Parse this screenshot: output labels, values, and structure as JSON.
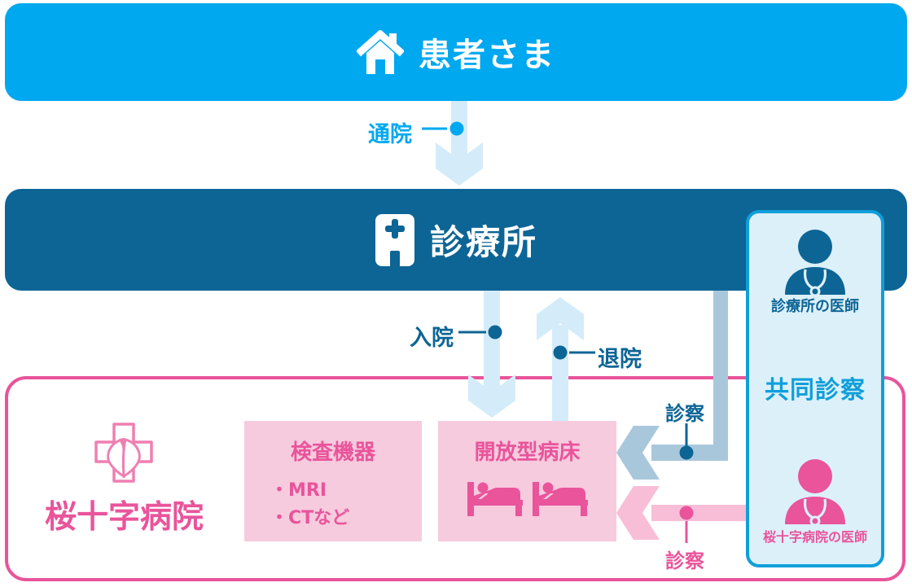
{
  "patient": {
    "label": "患者さま"
  },
  "clinic": {
    "label": "診療所"
  },
  "flows": {
    "tsuin": "通院",
    "nyuin": "入院",
    "taiin": "退院",
    "exam_by_clinic_doctor": "診察",
    "exam_by_hospital_doctor": "診察"
  },
  "hospital": {
    "name": "桜十字病院",
    "equipment": {
      "title": "検査機器",
      "items": [
        "・MRI",
        "・CTなど"
      ]
    },
    "open_beds": {
      "title": "開放型病床"
    }
  },
  "panel": {
    "clinic_doctor": "診療所の医師",
    "joint": "共同診察",
    "hospital_doctor": "桜十字病院の医師"
  },
  "colors": {
    "bright_blue": "#00a8f0",
    "dark_blue": "#0d6595",
    "pale_blue": "#d4ecfa",
    "steel_blue": "#a9c7db",
    "panel_bg": "#dcf0fa",
    "panel_border": "#0f9fda",
    "pink": "#e9549b",
    "pink_light": "#ef7fb2",
    "pale_pink": "#f7cbde",
    "pink_arrow": "#f8bed8"
  }
}
